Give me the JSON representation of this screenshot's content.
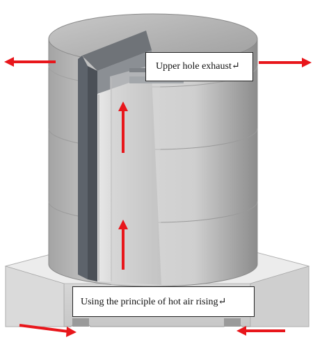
{
  "labels": {
    "upper": "Upper hole exhaust↵",
    "lower": "Using the principle of hot air rising↵"
  },
  "colors": {
    "arrow": "#e8161b",
    "metal_light": "#dcdcdc",
    "metal_mid": "#b9b9b9",
    "metal_dark": "#6f7378",
    "wall_section": "#5d636b",
    "background": "#ffffff"
  },
  "arrows": {
    "exhaust": [
      "left",
      "right"
    ],
    "rising": [
      "up",
      "up"
    ],
    "intake": [
      "right",
      "left"
    ]
  }
}
